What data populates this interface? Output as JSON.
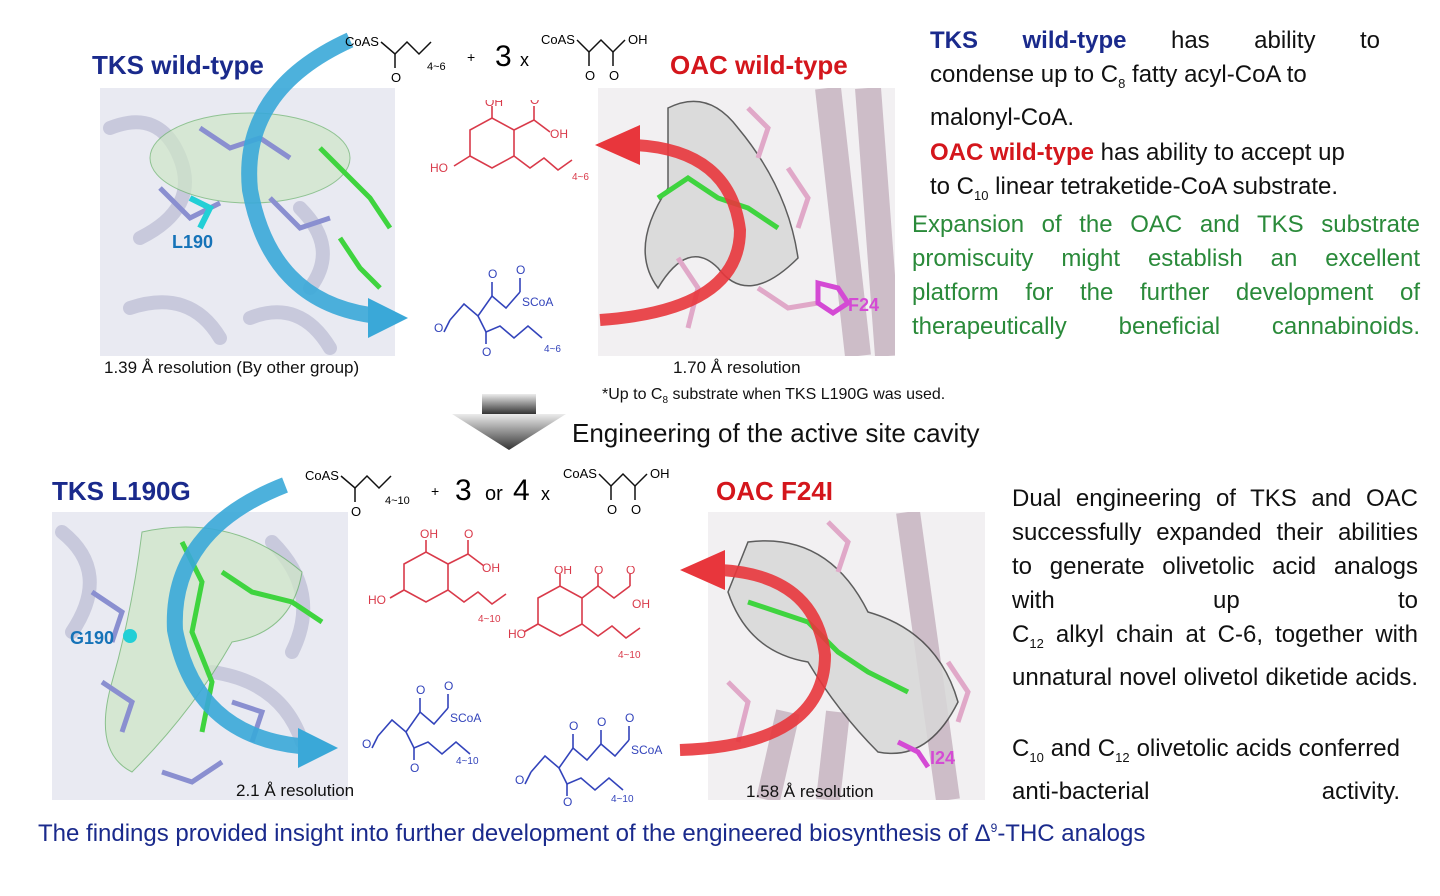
{
  "top": {
    "tks_wt_title": "TKS wild-type",
    "oac_wt_title": "OAC wild-type",
    "tks_residue": "L190",
    "oac_residue": "F24",
    "tks_resolution": "1.39 Å resolution (By other group)",
    "oac_resolution": "1.70 Å resolution",
    "footnote_pre": "*Up to C",
    "footnote_sub": "8",
    "footnote_post": " substrate when TKS L190G was used.",
    "reaction": {
      "coas1": "CoAS",
      "chain1": "4~6",
      "plus": "+",
      "coef": "3",
      "times": "x",
      "coas2": "CoAS",
      "oh": "OH",
      "o": "O"
    },
    "product_chain": "4~6",
    "tetraketide_chain": "4~6",
    "scoa": "SCoA"
  },
  "right_top": {
    "p1_tks": "TKS",
    "p1_wt": "wild-type",
    "p1_rest1": "has ability to",
    "p1_rest2a": "condense up to C",
    "p1_sub": "8",
    "p1_rest2b": " fatty acyl-CoA to",
    "p1_rest3": "malonyl-CoA.",
    "p2_oac": "OAC wild-type",
    "p2_rest1": " has ability to accept up",
    "p2_rest2a": "to C",
    "p2_sub": "10",
    "p2_rest2b": " linear tetraketide-CoA substrate.",
    "p3": "Expansion of the OAC and TKS substrate promiscuity might establish an excellent platform for the further development of therapeutically beneficial cannabinoids."
  },
  "middle": {
    "engineering": "Engineering of the active site cavity"
  },
  "bottom": {
    "tks_mut_title": "TKS L190G",
    "oac_mut_title": "OAC F24I",
    "tks_residue": "G190",
    "oac_residue": "I24",
    "tks_resolution": "2.1 Å resolution",
    "oac_resolution": "1.58 Å resolution",
    "reaction": {
      "coas1": "CoAS",
      "chain1": "4~10",
      "plus": "+",
      "coef": "3",
      "or": "or",
      "coef2": "4",
      "times": "x",
      "coas2": "CoAS",
      "oh": "OH"
    },
    "chain": "4~10",
    "scoa": "SCoA"
  },
  "right_bottom": {
    "p1": "Dual engineering of TKS and OAC successfully expanded their abilities to generate olivetolic acid analogs with up to",
    "p1_c": "C",
    "p1_sub": "12",
    "p1_rest": " alkyl chain at C-6, together with unnatural novel olivetol diketide acids.",
    "p2_c1": "C",
    "p2_sub1": "10",
    "p2_and": " and C",
    "p2_sub2": "12",
    "p2_rest": " olivetolic acids conferred anti-bacterial activity."
  },
  "footer": {
    "text_pre": "The findings provided insight into further development of the engineered biosynthesis of Δ",
    "sup": "9",
    "text_post": "-THC analogs"
  },
  "colors": {
    "navy": "#1a2a8c",
    "red": "#d4161c",
    "green": "#2a8a3a",
    "cyan_arrow": "#3aa8d8",
    "red_arrow": "#e8363c",
    "product_red": "#d93a4a",
    "tetraketide_blue": "#3344bb"
  }
}
